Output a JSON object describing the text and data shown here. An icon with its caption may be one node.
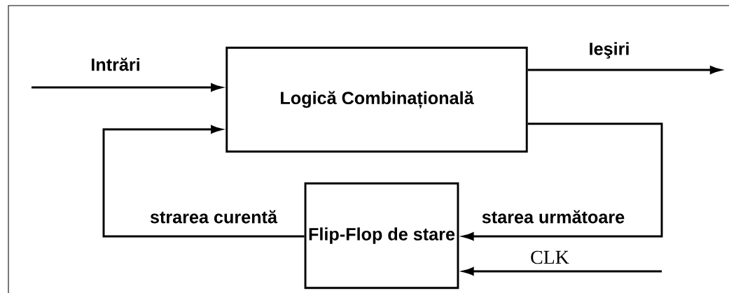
{
  "diagram": {
    "nodes": [
      {
        "text": [
          "Logică Combinațională"
        ]
      },
      {
        "text": [
          "Flip-Flop de stare"
        ]
      }
    ],
    "edges": [
      {
        "from": null,
        "to": 0,
        "arrow": "to",
        "label": "Intrări"
      },
      {
        "from": 0,
        "to": null,
        "arrow": "to",
        "label": "Ieşiri"
      },
      {
        "from": 0,
        "to": 1,
        "arrow": "to",
        "label": "starea următoare"
      },
      {
        "from": 1,
        "to": 0,
        "arrow": "to",
        "label": "strarea curentă"
      },
      {
        "from": null,
        "to": 1,
        "arrow": "to",
        "label": "CLK"
      }
    ]
  }
}
